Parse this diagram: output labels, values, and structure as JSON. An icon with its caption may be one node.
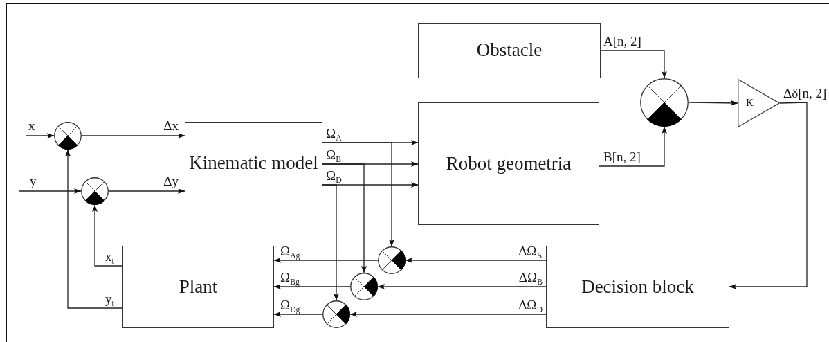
{
  "diagram": {
    "nodes": [
      {
        "text": [],
        "shape": "circle"
      },
      {
        "text": [],
        "shape": "circle"
      },
      {
        "text": [
          "Kinematic model"
        ]
      },
      {
        "text": [
          "Obstacle"
        ]
      },
      {
        "text": [
          "Robot geometria"
        ]
      },
      {
        "text": [],
        "shape": "circle"
      },
      {
        "text": [
          "K"
        ]
      },
      {
        "text": [
          "Plant"
        ]
      },
      {
        "text": [],
        "shape": "circle"
      },
      {
        "text": [],
        "shape": "circle"
      },
      {
        "text": [],
        "shape": "circle"
      },
      {
        "text": [
          "Decision block"
        ]
      }
    ],
    "edges": [
      {
        "from": null,
        "to": 0,
        "arrow": "to",
        "label": "x"
      },
      {
        "from": null,
        "to": 1,
        "arrow": "to",
        "label": "y"
      },
      {
        "from": 0,
        "to": 2,
        "arrow": "to",
        "label": "Δx"
      },
      {
        "from": 1,
        "to": 2,
        "arrow": "to",
        "label": "Δy"
      },
      {
        "from": 2,
        "to": 4,
        "arrow": "to",
        "label": "Ω$_{A}$"
      },
      {
        "from": 2,
        "to": 4,
        "arrow": "to",
        "label": "Ω$_{B}$"
      },
      {
        "from": 2,
        "to": 4,
        "arrow": "to",
        "label": "Ω$_{D}$"
      },
      {
        "from": 2,
        "to": 8,
        "arrow": "to"
      },
      {
        "from": 2,
        "to": 9,
        "arrow": "to"
      },
      {
        "from": 2,
        "to": 10,
        "arrow": "to"
      },
      {
        "from": 3,
        "to": 5,
        "arrow": "to",
        "label": "A[n, 2]"
      },
      {
        "from": 4,
        "to": 5,
        "arrow": "to",
        "label": "B[n, 2]"
      },
      {
        "from": 5,
        "to": 6,
        "arrow": "to"
      },
      {
        "from": 6,
        "to": 11,
        "arrow": "to",
        "label": "Δδ[n, 2]"
      },
      {
        "from": 11,
        "to": 8,
        "arrow": "to",
        "label": "ΔΩ$_{A}$"
      },
      {
        "from": 11,
        "to": 9,
        "arrow": "to",
        "label": "ΔΩ$_{B}$"
      },
      {
        "from": 11,
        "to": 10,
        "arrow": "to",
        "label": "ΔΩ$_{D}$"
      },
      {
        "from": 8,
        "to": 7,
        "arrow": "to",
        "label": "Ω$_{Ag}$"
      },
      {
        "from": 9,
        "to": 7,
        "arrow": "to",
        "label": "Ω$_{Bg}$"
      },
      {
        "from": 10,
        "to": 7,
        "arrow": "to",
        "label": "Ω$_{Dg}$"
      },
      {
        "from": 7,
        "to": 1,
        "arrow": "to",
        "label": "x$_{t}$"
      },
      {
        "from": 7,
        "to": 0,
        "arrow": "to",
        "label": "y$_{t}$"
      }
    ]
  }
}
